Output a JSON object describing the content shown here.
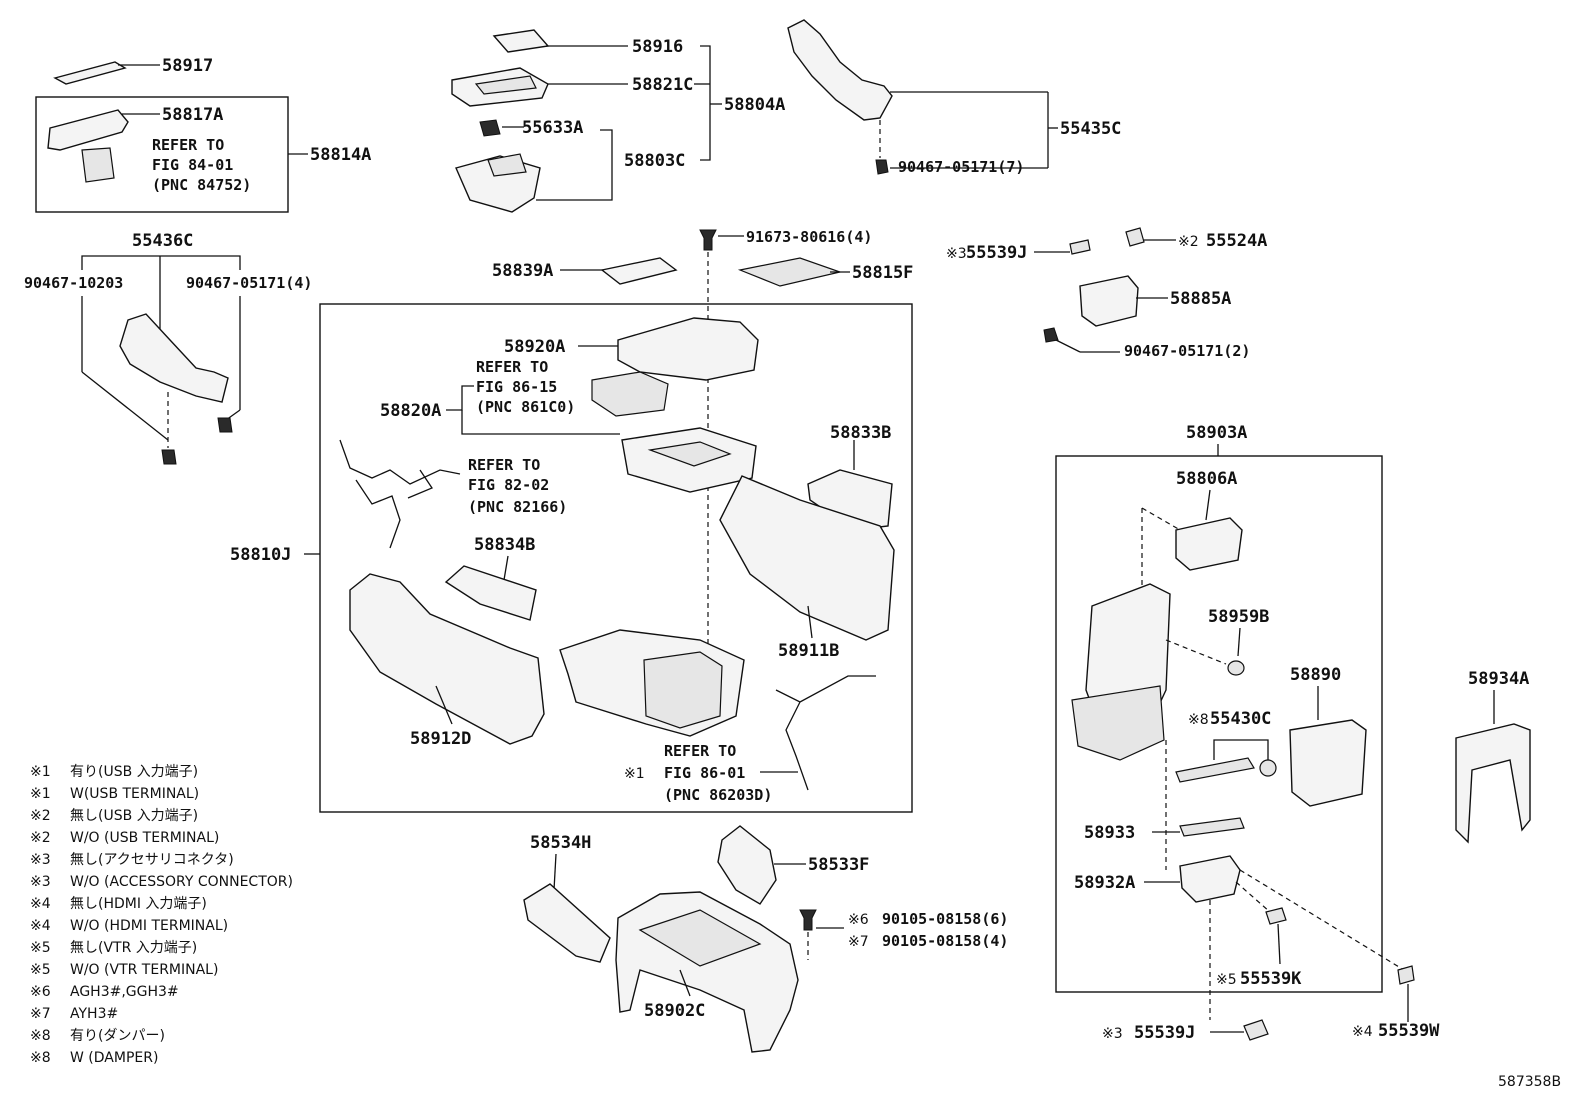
{
  "diagram_id": "587358B",
  "parts": {
    "p58917": "58917",
    "p58817A": "58817A",
    "p58814A": "58814A",
    "p58916": "58916",
    "p58821C": "58821C",
    "p58804A": "58804A",
    "p55633A": "55633A",
    "p58803C": "58803C",
    "p55435C": "55435C",
    "p90467_05171_7": "90467-05171(7)",
    "p55436C": "55436C",
    "p90467_10203": "90467-10203",
    "p90467_05171_4": "90467-05171(4)",
    "p91673_80616_4": "91673-80616(4)",
    "p58839A": "58839A",
    "p58815F": "58815F",
    "p55539J_top": "55539J",
    "p55524A": "55524A",
    "p58885A": "58885A",
    "p90467_05171_2": "90467-05171(2)",
    "p58920A": "58920A",
    "p58820A": "58820A",
    "p58833B": "58833B",
    "p58810J": "58810J",
    "p58834B": "58834B",
    "p58911B": "58911B",
    "p58912D": "58912D",
    "p58903A": "58903A",
    "p58806A": "58806A",
    "p58959B": "58959B",
    "p58890": "58890",
    "p55430C": "55430C",
    "p58934A": "58934A",
    "p58933": "58933",
    "p58932A": "58932A",
    "p55539K": "55539K",
    "p55539J_bot": "55539J",
    "p55539W": "55539W",
    "p58534H": "58534H",
    "p58533F": "58533F",
    "p90105_08158_6": "90105-08158(6)",
    "p90105_08158_4": "90105-08158(4)",
    "p58902C": "58902C"
  },
  "marks": {
    "m1": "※1",
    "m2": "※2",
    "m3": "※3",
    "m4": "※4",
    "m5": "※5",
    "m6": "※6",
    "m7": "※7",
    "m8": "※8"
  },
  "refs": {
    "ref84_l1": "REFER TO",
    "ref84_l2": "FIG 84-01",
    "ref84_l3": "(PNC 84752)",
    "ref86_15_l1": "REFER TO",
    "ref86_15_l2": "FIG 86-15",
    "ref86_15_l3": "(PNC 861C0)",
    "ref82_l1": "REFER TO",
    "ref82_l2": "FIG 82-02",
    "ref82_l3": "(PNC 82166)",
    "ref86_01_l1": "REFER TO",
    "ref86_01_l2": "FIG 86-01",
    "ref86_01_l3": "(PNC 86203D)"
  },
  "legend": [
    {
      "mark": "※1",
      "text": "有り(USB 入力端子)"
    },
    {
      "mark": "※1",
      "text": "W(USB TERMINAL)"
    },
    {
      "mark": "※2",
      "text": "無し(USB 入力端子)"
    },
    {
      "mark": "※2",
      "text": "W/O (USB TERMINAL)"
    },
    {
      "mark": "※3",
      "text": "無し(アクセサリコネクタ)"
    },
    {
      "mark": "※3",
      "text": "W/O (ACCESSORY CONNECTOR)"
    },
    {
      "mark": "※4",
      "text": "無し(HDMI 入力端子)"
    },
    {
      "mark": "※4",
      "text": "W/O (HDMI TERMINAL)"
    },
    {
      "mark": "※5",
      "text": "無し(VTR 入力端子)"
    },
    {
      "mark": "※5",
      "text": "W/O (VTR TERMINAL)"
    },
    {
      "mark": "※6",
      "text": "AGH3#,GGH3#"
    },
    {
      "mark": "※7",
      "text": "AYH3#"
    },
    {
      "mark": "※8",
      "text": "有り(ダンパー)"
    },
    {
      "mark": "※8",
      "text": "W (DAMPER)"
    }
  ]
}
